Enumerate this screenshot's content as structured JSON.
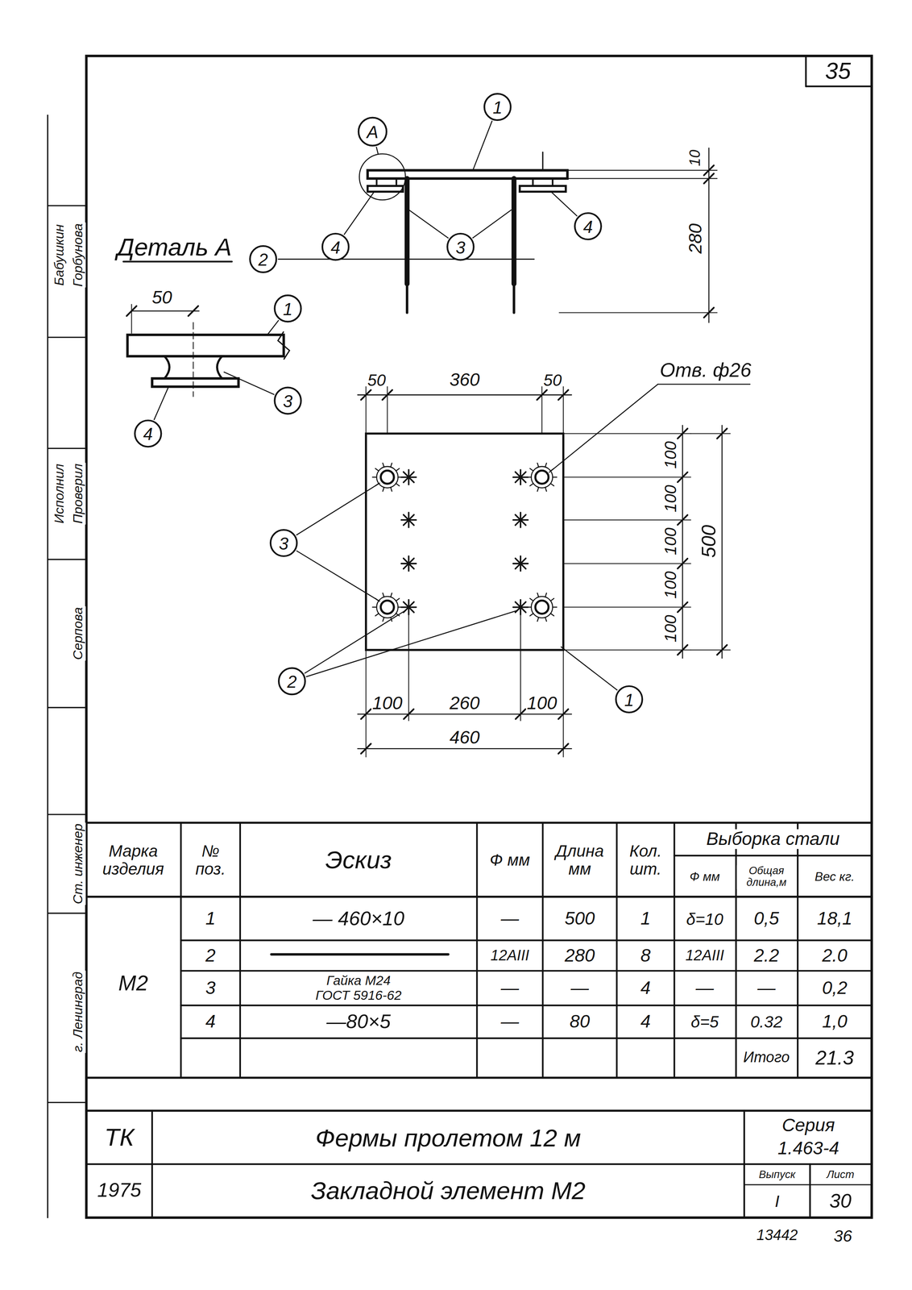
{
  "diagram": {
    "nodes": [
      {
        "text": [
          "A"
        ]
      },
      {
        "text": [
          "1"
        ]
      },
      {
        "text": [
          "4"
        ]
      },
      {
        "text": [
          "3"
        ]
      },
      {
        "text": [
          "4"
        ]
      },
      {
        "text": [
          "2"
        ]
      },
      {
        "text": [
          "1"
        ]
      },
      {
        "text": [
          "3"
        ]
      },
      {
        "text": [
          "4"
        ]
      },
      {
        "text": [
          "3"
        ]
      },
      {
        "text": [
          "2"
        ]
      },
      {
        "text": [
          "1"
        ]
      }
    ],
    "labels": [
      "35",
      "Деталь А",
      "10",
      "280",
      "50",
      "50",
      "360",
      "50",
      "Отв. ф26",
      "100",
      "100",
      "100",
      "100",
      "100",
      "500",
      "100",
      "260",
      "100",
      "460",
      "Марка изделия",
      "№ поз.",
      "Эскиз",
      "Ф мм",
      "Длина мм",
      "Кол. шт.",
      "Выборка стали",
      "Ф мм",
      "Общая длина,м",
      "Вес кг.",
      "М2",
      "1",
      "— 460×10",
      "—",
      "500",
      "1",
      "δ=10",
      "0,5",
      "18,1",
      "2",
      "12АIII",
      "280",
      "8",
      "12АIII",
      "2.2",
      "2.0",
      "3",
      "Гайка М24 ГОСТ 5916-62",
      "—",
      "—",
      "4",
      "—",
      "—",
      "0,2",
      "4",
      "—80×5",
      "—",
      "80",
      "4",
      "δ=5",
      "0.32",
      "1,0",
      "Итого",
      "21.3",
      "ТК",
      "Фермы пролетом 12 м",
      "Серия",
      "1.463-4",
      "1975",
      "Закладной элемент М2",
      "Выпуск",
      "I",
      "Лист",
      "30",
      "13442",
      "36",
      "Бабушкин",
      "Горбунова",
      "Исполнил",
      "Проверил",
      "Серпова",
      "Ст. инженер",
      "г. Ленинград"
    ]
  }
}
